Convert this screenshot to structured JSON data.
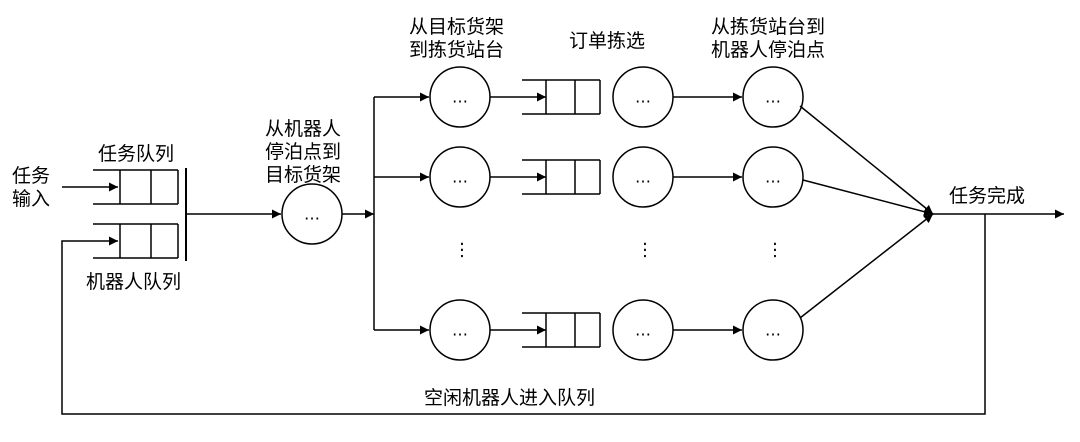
{
  "colors": {
    "line": "#000000",
    "background": "#ffffff"
  },
  "labels": {
    "task_input_line1": "任务",
    "task_input_line2": "输入",
    "task_queue": "任务队列",
    "robot_queue": "机器人队列",
    "stage1_line1": "从机器人",
    "stage1_line2": "停泊点到",
    "stage1_line3": "目标货架",
    "stage2_line1": "从目标货架",
    "stage2_line2": "到拣货站台",
    "stage3": "订单拣选",
    "stage4_line1": "从拣货站台到",
    "stage4_line2": "机器人停泊点",
    "task_complete": "任务完成",
    "idle_robot_return": "空闲机器人进入队列"
  },
  "node_text": "…",
  "vertical_ellipsis": "⋮"
}
